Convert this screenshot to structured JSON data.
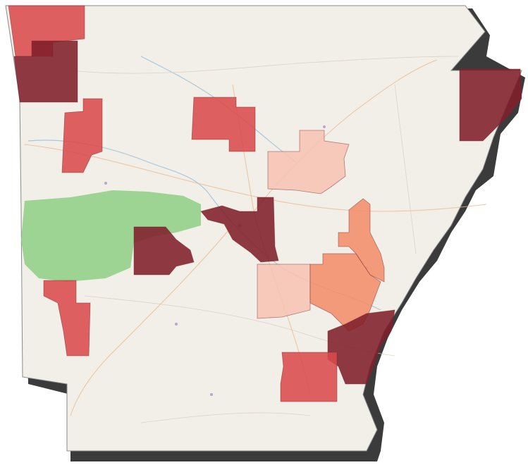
{
  "map": {
    "region": "Arkansas",
    "background_color": "#f2efe9",
    "shadow_color": "#3b3b3b",
    "forest_color": "#8fcf84",
    "legend": [],
    "choropleth_scale": {
      "level_1": "#f6c4b4",
      "level_2": "#f28e6a",
      "level_3": "#d94b4b",
      "level_4": "#7f1f2a"
    },
    "highlighted_areas": [
      {
        "id": "nw-upper",
        "level": 3
      },
      {
        "id": "nw-lower",
        "level": 4
      },
      {
        "id": "west-central-strip",
        "level": 3
      },
      {
        "id": "north-central",
        "level": 3
      },
      {
        "id": "central-east",
        "level": 1
      },
      {
        "id": "northeast",
        "level": 4
      },
      {
        "id": "pulaski-area",
        "level": 4
      },
      {
        "id": "garland-area",
        "level": 4
      },
      {
        "id": "sw-strip",
        "level": 3
      },
      {
        "id": "south-central-light",
        "level": 1
      },
      {
        "id": "jefferson-area",
        "level": 2
      },
      {
        "id": "east-strip",
        "level": 2
      },
      {
        "id": "se-dark",
        "level": 4
      },
      {
        "id": "south-red",
        "level": 3
      }
    ]
  }
}
